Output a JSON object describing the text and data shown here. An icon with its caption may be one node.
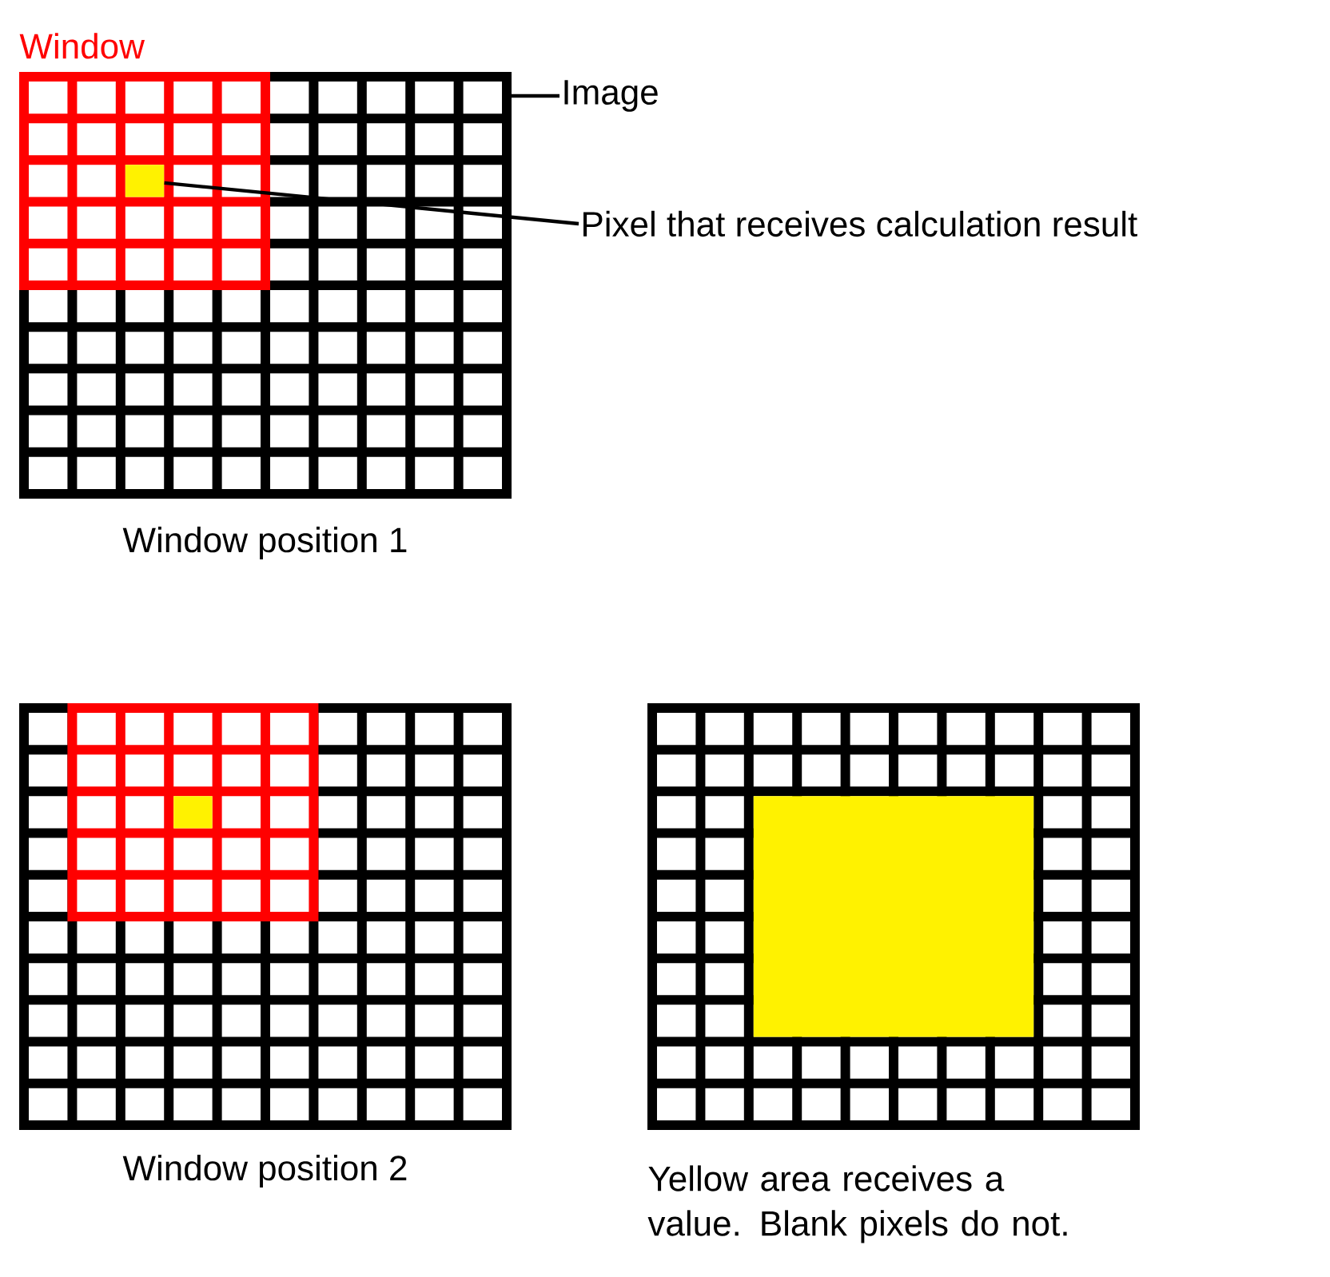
{
  "diagram": {
    "nodes": [
      {
        "text": [
          "Window"
        ],
        "in": 1
      },
      {
        "text": [],
        "shape": "box",
        "beside": [
          "Window position 1"
        ]
      },
      {
        "text": [],
        "shape": "box",
        "in": 0
      },
      {
        "text": [
          "Image"
        ]
      },
      {
        "text": [
          "Pixel that receives calculation result"
        ]
      }
    ],
    "edges": [
      {
        "from": 3,
        "to": 1,
        "arrow": "none"
      },
      {
        "from": 4,
        "to": 2,
        "arrow": "none"
      }
    ],
    "labels": [
      "Window position 2",
      "Yellow area receives a value. Blank pixels do not."
    ]
  }
}
